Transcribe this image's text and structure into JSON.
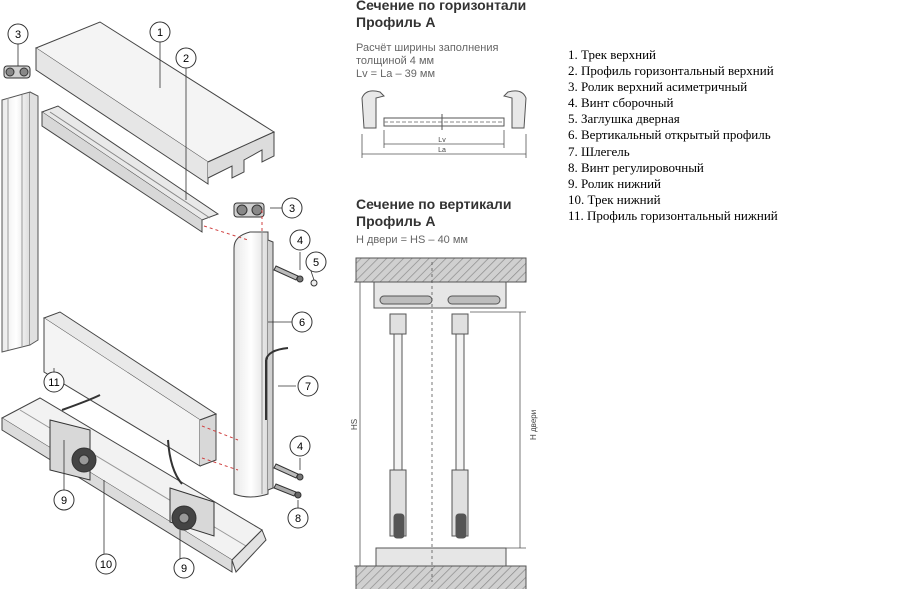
{
  "horizontal_section": {
    "title_line1": "Сечение по горизонтали",
    "title_line2": "Профиль А",
    "note_line1": "Расчёт ширины заполнения",
    "note_line2": "толщиной 4 мм",
    "formula": "Lv = La – 39 мм",
    "dim_lv": "Lv",
    "dim_la": "La"
  },
  "vertical_section": {
    "title_line1": "Сечение по вертикали",
    "title_line2": "Профиль А",
    "formula": "Н двери = HS – 40 мм",
    "dim_hs": "HS",
    "dim_door": "Н двери"
  },
  "callouts": [
    "1",
    "2",
    "3",
    "3",
    "4",
    "4",
    "5",
    "6",
    "7",
    "8",
    "9",
    "9",
    "10",
    "11"
  ],
  "legend": [
    "1. Трек верхний",
    "2. Профиль горизонтальный верхний",
    "3. Ролик верхний асиметричный",
    "4. Винт сборочный",
    "5. Заглушка дверная",
    "6. Вертикальный открытый профиль",
    "7. Шлегель",
    "8. Винт регулировочный",
    "9. Ролик нижний",
    "10. Трек нижний",
    "11. Профиль горизонтальный нижний"
  ],
  "colors": {
    "line": "#3a3a3a",
    "fill_light": "#f2f2f2",
    "fill_mid": "#d6d6d6",
    "hatch": "#9a9a9a",
    "dash_red": "#d04040"
  }
}
